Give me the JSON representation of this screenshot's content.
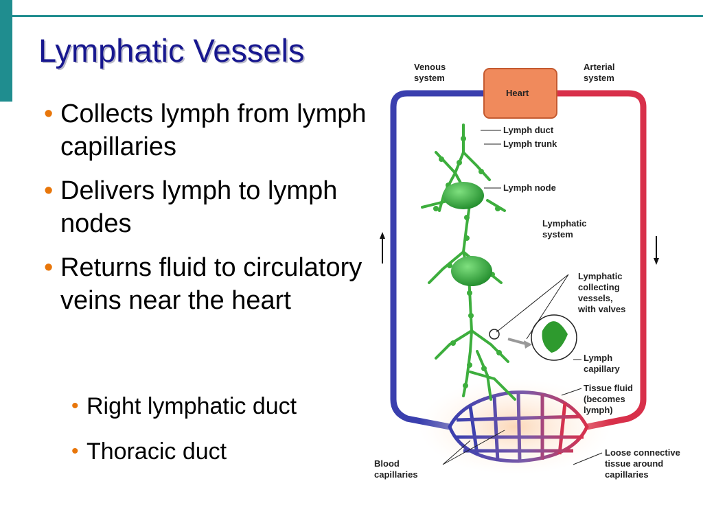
{
  "slide": {
    "title": "Lymphatic Vessels",
    "bullets": [
      "Collects lymph from lymph capillaries",
      "Delivers lymph to lymph nodes",
      "Returns fluid to circulatory veins near the heart"
    ],
    "sub_bullets": [
      "Right lymphatic duct",
      "Thoracic duct"
    ]
  },
  "diagram": {
    "labels": {
      "venous_1": "Venous",
      "venous_2": "system",
      "arterial_1": "Arterial",
      "arterial_2": "system",
      "heart": "Heart",
      "lymph_duct": "Lymph duct",
      "lymph_trunk": "Lymph trunk",
      "lymph_node": "Lymph node",
      "lymphatic_system_1": "Lymphatic",
      "lymphatic_system_2": "system",
      "collecting_1": "Lymphatic",
      "collecting_2": "collecting",
      "collecting_3": "vessels,",
      "collecting_4": "with valves",
      "lymph_capillary_1": "Lymph",
      "lymph_capillary_2": "capillary",
      "tissue_fluid_1": "Tissue fluid",
      "tissue_fluid_2": "(becomes",
      "tissue_fluid_3": "lymph)",
      "blood_cap_1": "Blood",
      "blood_cap_2": "capillaries",
      "loose_1": "Loose connective",
      "loose_2": "tissue around",
      "loose_3": "capillaries"
    },
    "colors": {
      "venous": "#3a3fae",
      "arterial": "#d8304a",
      "lymph": "#3dae3d",
      "heart": "#f08a5c",
      "accent": "#1f8d8f",
      "bullet": "#e8760a",
      "title": "#17178f"
    }
  }
}
